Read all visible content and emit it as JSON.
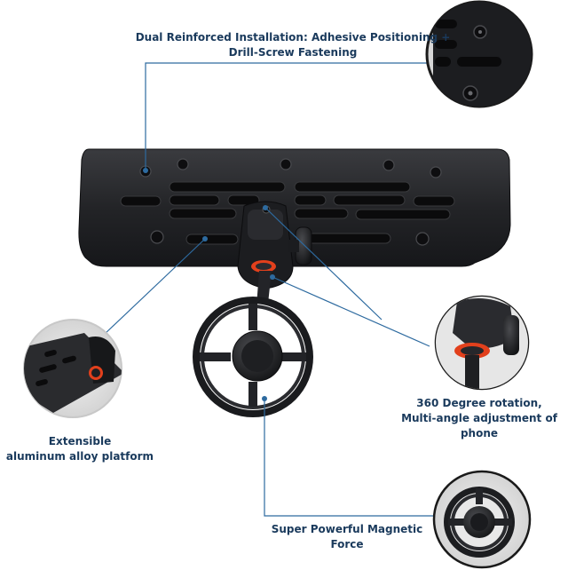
{
  "callouts": {
    "installation": {
      "line1": "Dual Reinforced Installation: Adhesive Positioning +",
      "line2": "Drill-Screw Fastening"
    },
    "platform": {
      "line1": "Extensible",
      "line2": "aluminum alloy platform"
    },
    "rotation": {
      "line1": "360 Degree rotation,",
      "line2": "Multi-angle adjustment of phone"
    },
    "magnetic": {
      "line1": "Super Powerful Magnetic Force"
    }
  },
  "colors": {
    "label_text": "#1a3a5c",
    "leader_line": "#2d6a9f",
    "product_body": "#1e1f22",
    "accent_ring": "#e2401c"
  }
}
